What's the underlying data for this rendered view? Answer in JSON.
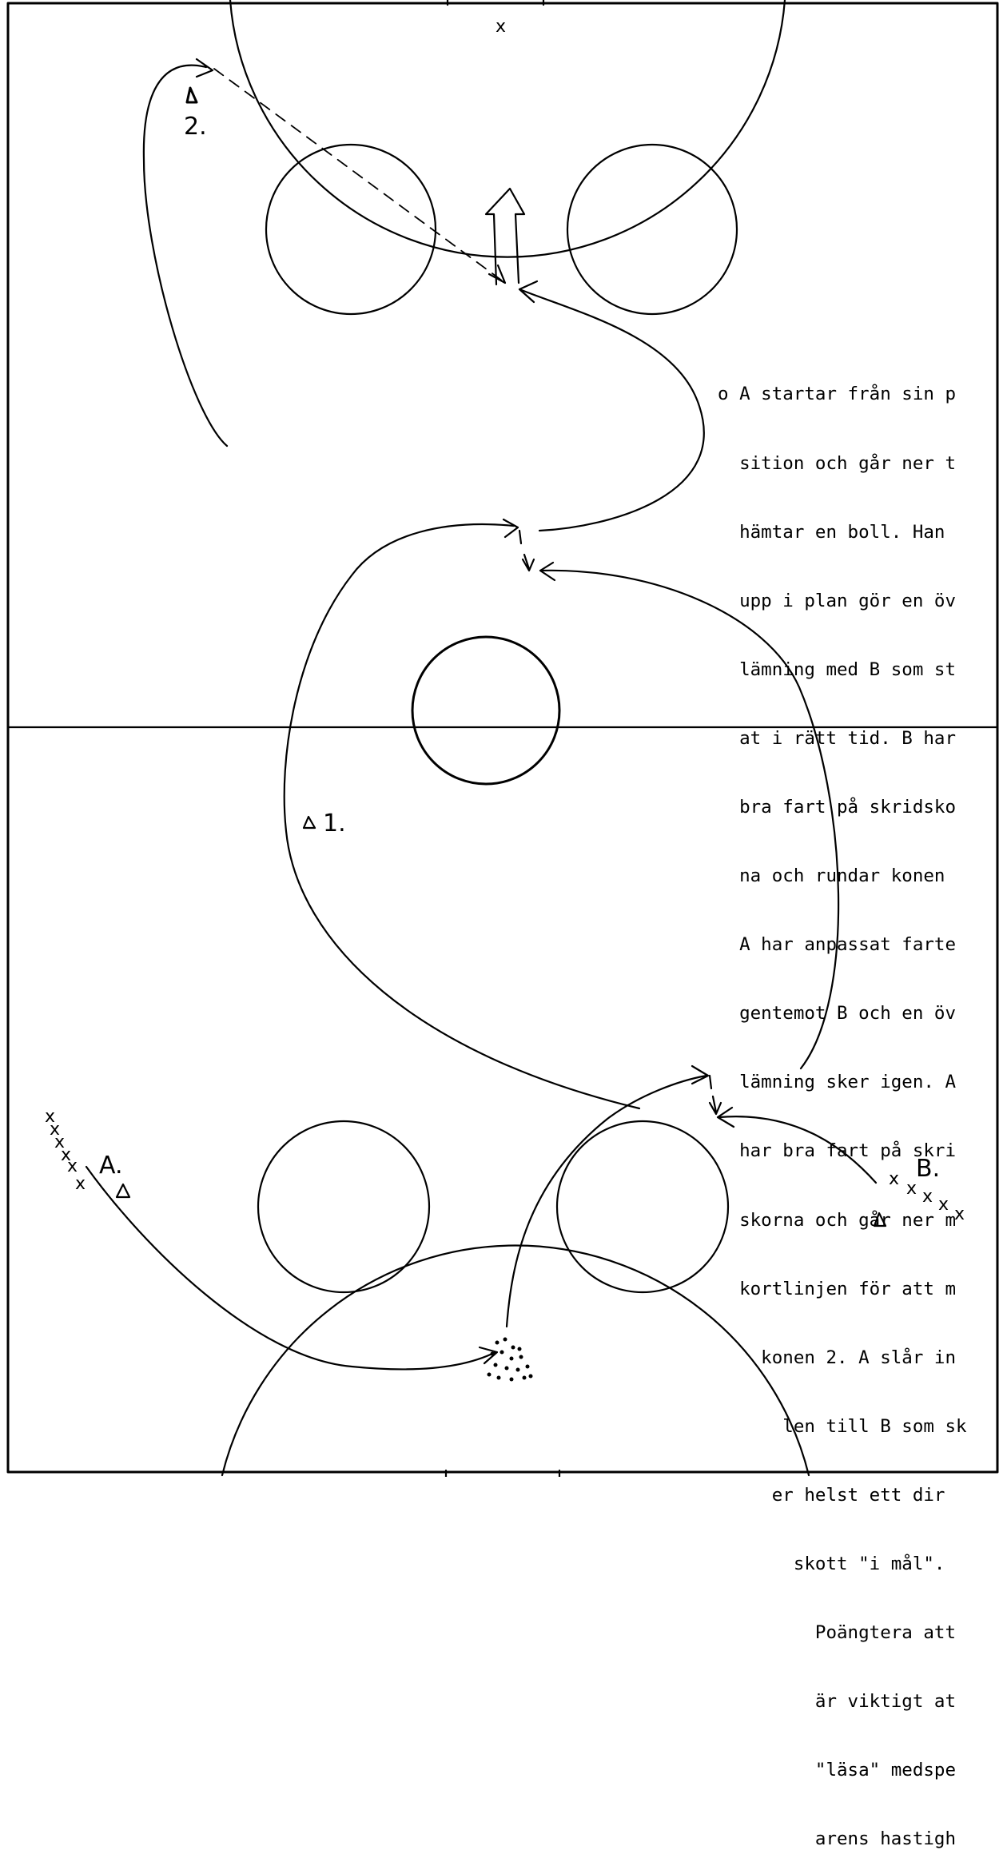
{
  "players": {
    "group_a_label": "A.",
    "group_b_label": "B.",
    "player_1_label": "1.",
    "player_2_label": "2.",
    "line_a": [
      "x",
      "x",
      "x",
      "x",
      "x",
      "x"
    ],
    "line_b": [
      "x",
      "x",
      "x",
      "x",
      "x"
    ],
    "goalie_mark": "x"
  },
  "instructions": [
    "o A startar från sin p",
    "  sition och går ner t",
    "  hämtar en boll. Han",
    "  upp i plan gör en öv",
    "  lämning med B som st",
    "  at i rätt tid. B har",
    "  bra fart på skridsko",
    "  na och rundar konen",
    "  A har anpassat farte",
    "  gentemot B och en öv",
    "  lämning sker igen. A",
    "  har bra fart på skri",
    "  skorna och går ner m",
    "  kortlinjen för att m",
    "    konen 2. A slår in",
    "      len till B som sk",
    "     er helst ett dir",
    "       skott \"i mål\".",
    "         Poängtera att",
    "         är viktigt at",
    "         \"läsa\" medspe",
    "         arens hastigh"
  ]
}
